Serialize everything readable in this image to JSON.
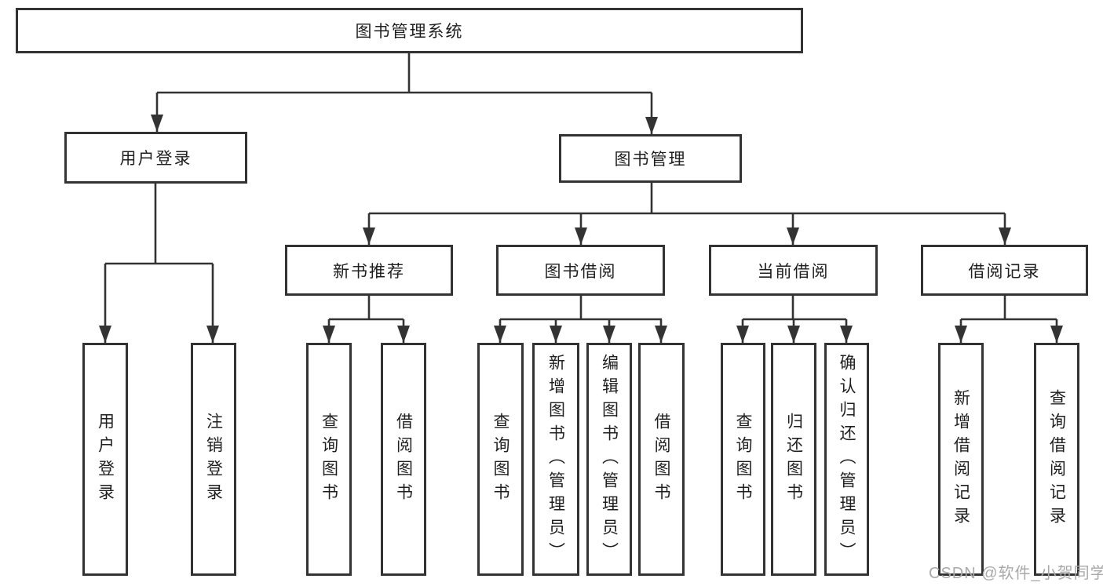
{
  "title": {
    "label": "图书管理系统"
  },
  "level2": {
    "user_login": {
      "label": "用户登录"
    },
    "book_management": {
      "label": "图书管理"
    }
  },
  "level3": {
    "new_book_recommend": {
      "label": "新书推荐"
    },
    "book_borrowing": {
      "label": "图书借阅"
    },
    "current_borrowing": {
      "label": "当前借阅"
    },
    "borrowing_records": {
      "label": "借阅记录"
    }
  },
  "leaves": {
    "user_login": [
      {
        "label": "用户登录"
      },
      {
        "label": "注销登录"
      }
    ],
    "new_book_recommend": [
      {
        "label": "查询图书"
      },
      {
        "label": "借阅图书"
      }
    ],
    "book_borrowing": [
      {
        "label": "查询图书"
      },
      {
        "label": "新增图书（管理员）"
      },
      {
        "label": "编辑图书（管理员）"
      },
      {
        "label": "借阅图书"
      }
    ],
    "current_borrowing": [
      {
        "label": "查询图书"
      },
      {
        "label": "归还图书"
      },
      {
        "label": "确认归还（管理员）"
      }
    ],
    "borrowing_records": [
      {
        "label": "新增借阅记录"
      },
      {
        "label": "查询借阅记录"
      }
    ]
  },
  "watermark": {
    "text": "CSDN @软件_小贺同学"
  },
  "colors": {
    "line": "#333333",
    "text": "#1f1f1f",
    "box-bg": "#ffffff",
    "watermark": "#a9a9a9",
    "background": "#ffffff"
  }
}
